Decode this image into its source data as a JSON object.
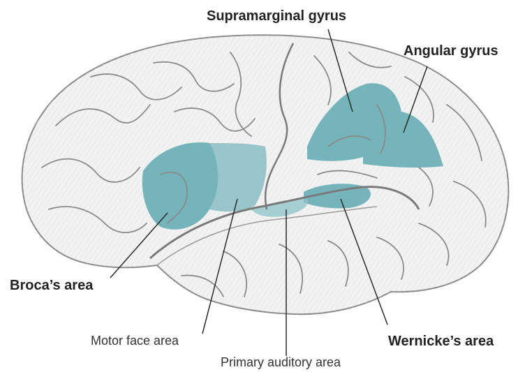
{
  "labels": {
    "supramarginal_gyrus": "Supramarginal gyrus",
    "angular_gyrus": "Angular gyrus",
    "brocas_area": "Broca’s area",
    "motor_face_area": "Motor face area",
    "wernickes_area": "Wernicke’s area",
    "primary_auditory_area": "Primary auditory area"
  },
  "colors": {
    "highlight": "#5fa9b0",
    "brain_fill": "#f2f2f2",
    "sulcus": "#7a7a7a",
    "leader_line": "#2b2b2b"
  },
  "icons": {
    "brain": "brain-lateral-view-icon"
  }
}
